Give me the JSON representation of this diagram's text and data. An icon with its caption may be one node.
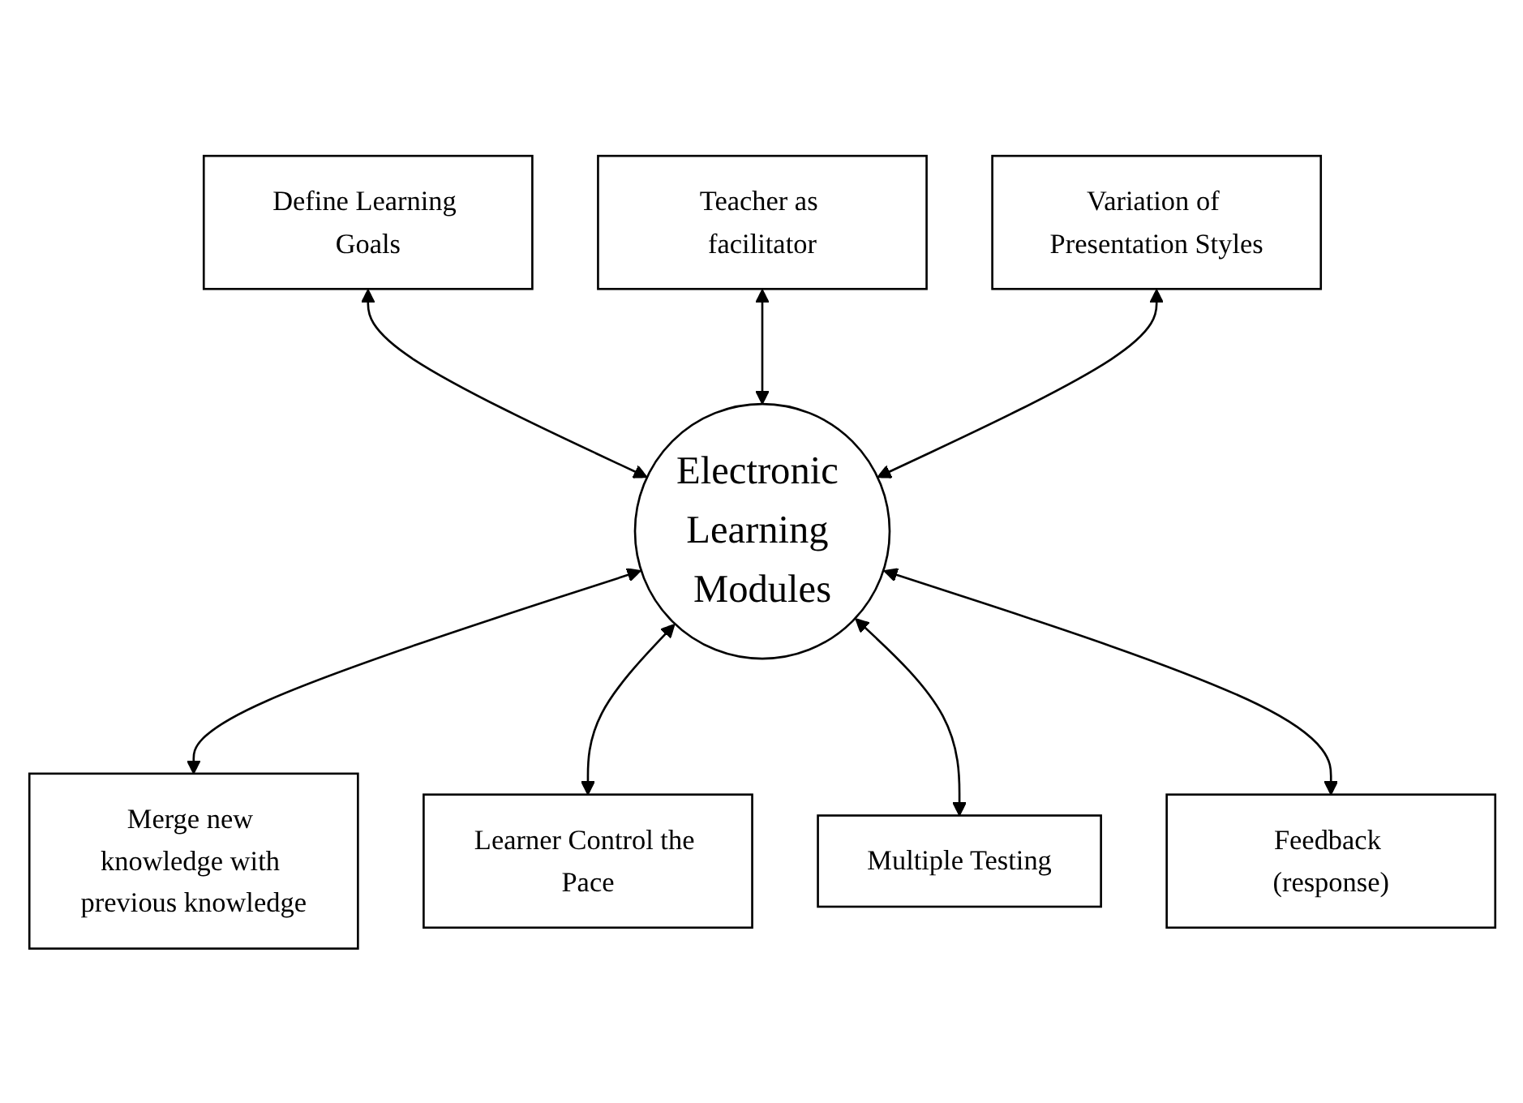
{
  "diagram": {
    "nodes": [
      {
        "text": [
          "Define Learning Goals"
        ]
      },
      {
        "text": [
          "Teacher as facilitator"
        ]
      },
      {
        "text": [
          "Variation of Presentation Styles"
        ]
      },
      {
        "text": [
          "Merge new knowledge with previous knowledge"
        ]
      },
      {
        "text": [
          "Electronic Learning Modules"
        ]
      },
      {
        "text": [
          "Learner Control the Pace"
        ]
      },
      {
        "text": [
          "Multiple Testing"
        ]
      },
      {
        "text": [
          "Feedback (response)"
        ]
      }
    ],
    "edges": [
      {
        "from": 0,
        "to": 4,
        "arrow": "both"
      },
      {
        "from": 1,
        "to": 4,
        "arrow": "both"
      },
      {
        "from": 2,
        "to": 4,
        "arrow": "both"
      },
      {
        "from": 4,
        "to": 3,
        "arrow": "both"
      },
      {
        "from": 4,
        "to": 5,
        "arrow": "both"
      },
      {
        "from": 4,
        "to": 6,
        "arrow": "both"
      },
      {
        "from": 4,
        "to": 7,
        "arrow": "both"
      }
    ]
  }
}
